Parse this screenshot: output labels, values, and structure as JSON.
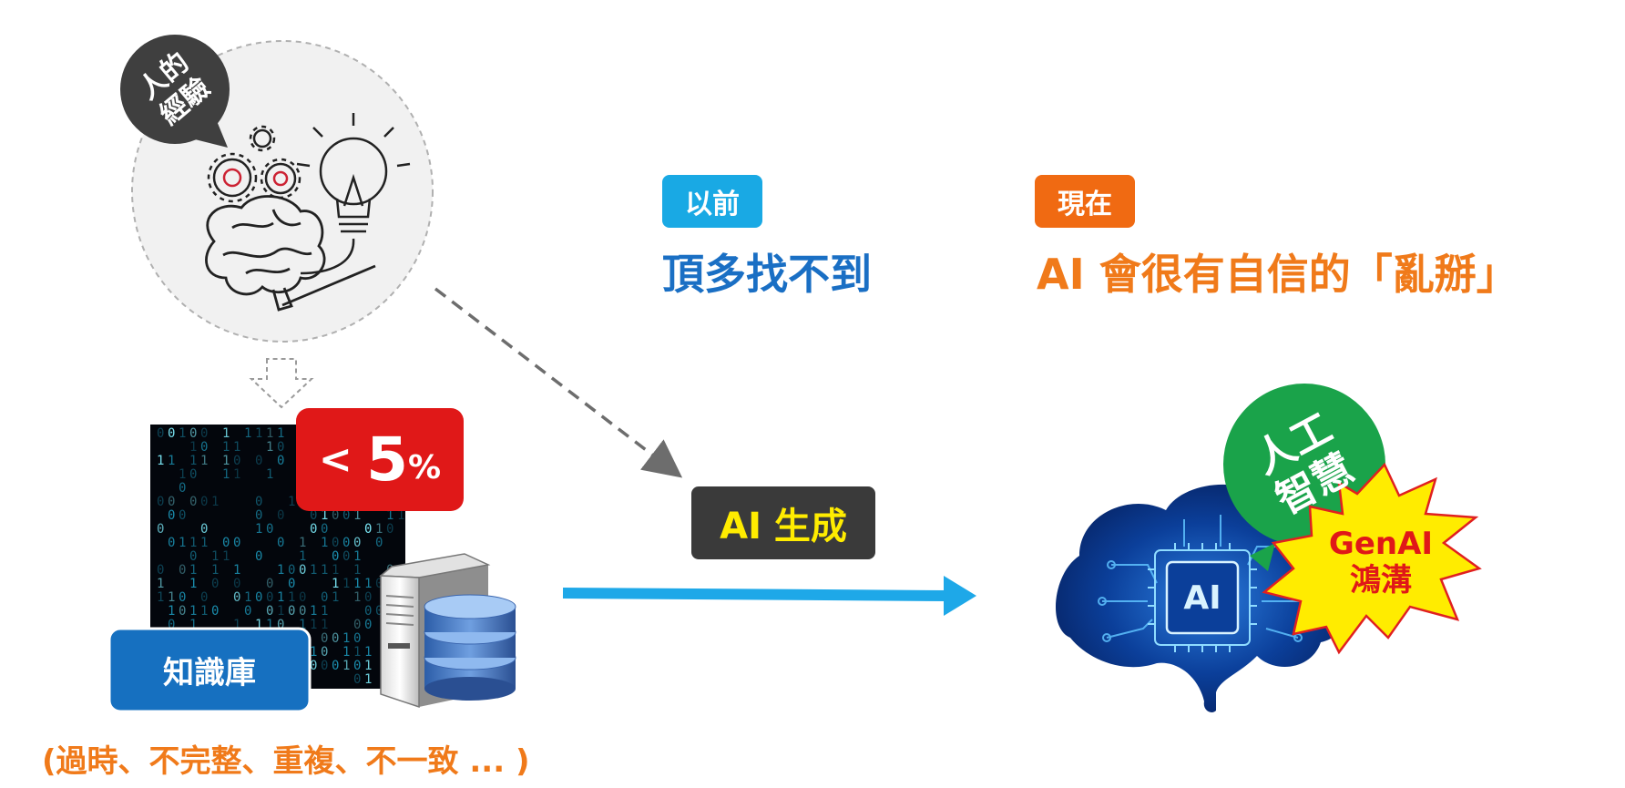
{
  "human_experience": {
    "bubble": "人的經驗"
  },
  "knowledge_base": {
    "label": "知識庫",
    "percent_prefix": "< ",
    "percent_value": "5",
    "percent_unit": "%",
    "caption": "(過時、不完整、重複、不一致 ... )"
  },
  "process": {
    "ai_generate": "AI 生成"
  },
  "before": {
    "tag": "以前",
    "text": "頂多找不到"
  },
  "now": {
    "tag": "現在",
    "text": "AI 會很有自信的「亂掰」"
  },
  "ai": {
    "chip": "AI",
    "bubble_line1": "人工",
    "bubble_line2": "智慧",
    "burst_line1": "GenAI",
    "burst_line2": "鴻溝"
  },
  "colors": {
    "before_blue": "#1a6fc4",
    "tag_cyan": "#19a9e4",
    "now_orange": "#f07a1a",
    "tag_orange": "#f06a12",
    "red": "#e01818",
    "green": "#1aa34a",
    "arrow_blue": "#1ea8e8",
    "kb_blue": "#1670c0",
    "dark_gray": "#3a3a3a"
  }
}
